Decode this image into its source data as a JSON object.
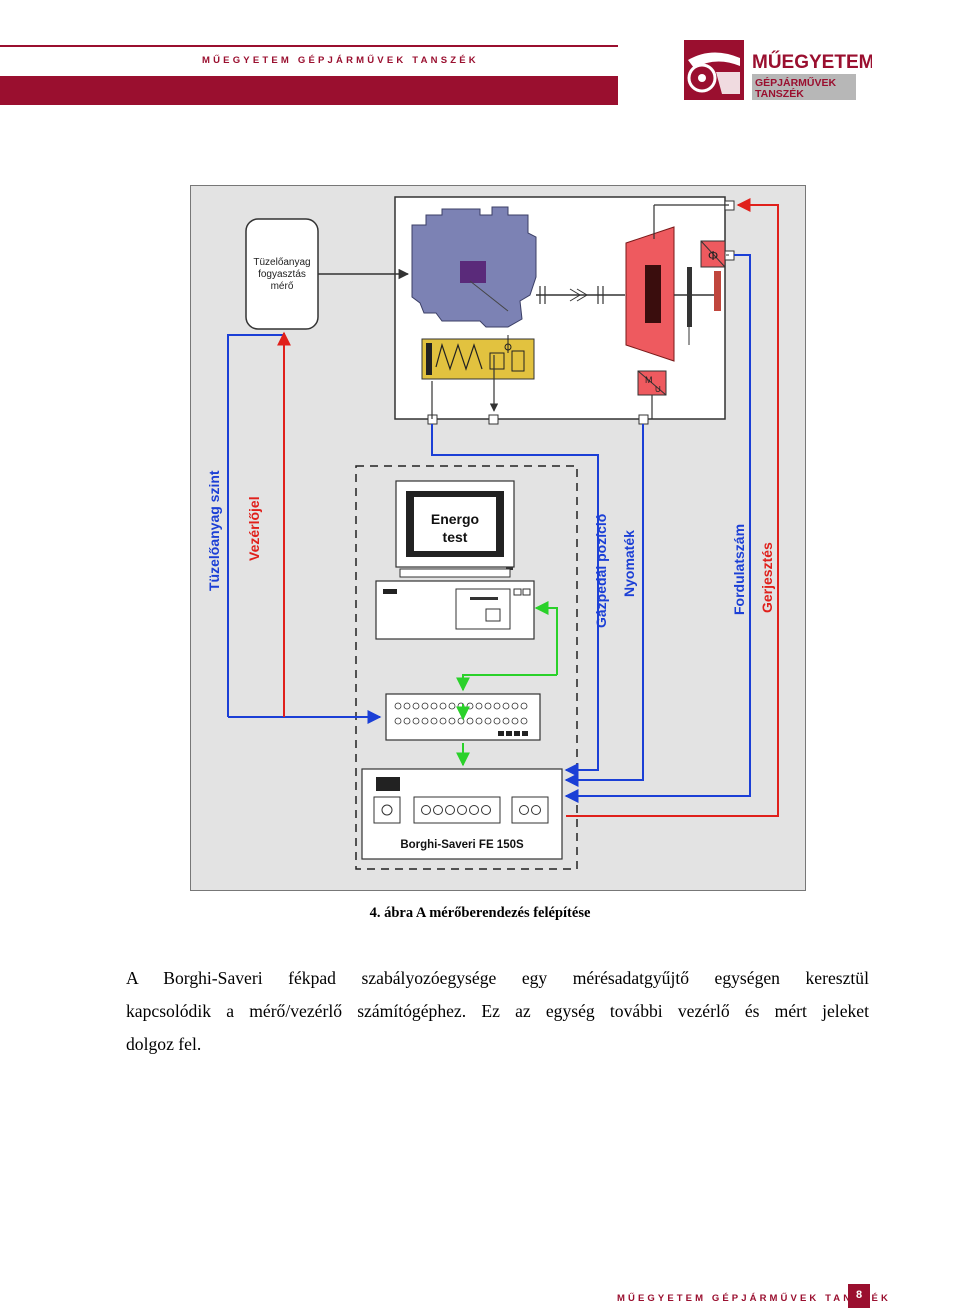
{
  "header": {
    "title": "MŰEGYETEM GÉPJÁRMŰVEK TANSZÉK",
    "logo": {
      "line1": "MŰEGYETEM",
      "line2": "GÉPJÁRMŰVEK",
      "line3": "TANSZÉK"
    },
    "accent_color": "#9a0f2f"
  },
  "diagram": {
    "fuel_meter": [
      "Tüzelőanyag",
      "fogyasztás",
      "mérő"
    ],
    "screen": [
      "Energo",
      "test"
    ],
    "dyno_label": "Borghi-Saveri FE 150S",
    "signals": {
      "fuel_level": "Tüzelőanyag szint",
      "control_signal": "Vezérlőjel",
      "pedal_position": "Gázpedál pozíció",
      "torque": "Nyomaték",
      "speed": "Fordulatszám",
      "excitation": "Gerjesztés"
    },
    "motor_m": "M",
    "motor_u": "U",
    "phi": "Φ",
    "colors": {
      "blue": "#1b3fd6",
      "red": "#e0201b",
      "green": "#2ad12a",
      "engine": "#7c82b4",
      "brake": "#ee5a5f",
      "actuator": "#e2c23f"
    }
  },
  "caption": "4. ábra A mérőberendezés felépítése",
  "paragraph": {
    "lines": [
      "A Borghi-Saveri fékpad szabályozóegysége egy mérésadatgyűjtő egységen keresztül",
      "kapcsolódik a mérő/vezérlő számítógéphez. Ez az egység további vezérlő és mért jeleket",
      "dolgoz fel."
    ]
  },
  "footer": {
    "title": "MŰEGYETEM GÉPJÁRMŰVEK TANSZÉK",
    "page": "8"
  }
}
